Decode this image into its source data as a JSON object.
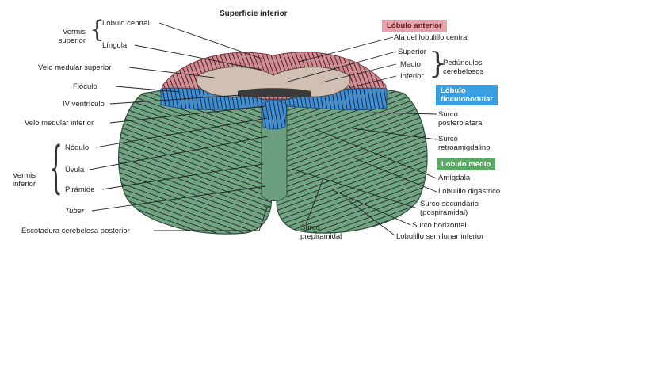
{
  "title": "Superficie inferior",
  "labels": {
    "vermis_superior": "Vermis\nsuperior",
    "lobulo_central": "Lóbulo central",
    "lingula": "Língula",
    "velo_medular_superior": "Velo medular superior",
    "floculo": "Flóculo",
    "iv_ventriculo": "IV ventrículo",
    "velo_medular_inferior": "Velo medular inferior",
    "vermis_inferior": "Vermis\ninferior",
    "nodulo": "Nódulo",
    "uvula": "Úvula",
    "piramide": "Pirámide",
    "tuber": "Tuber",
    "escotadura": "Escotadura cerebelosa posterior",
    "lobulo_anterior": "Lóbulo anterior",
    "ala_lobulillo_central": "Ala del lobulillo central",
    "superior": "Superior",
    "medio": "Medio",
    "inferior": "Inferior",
    "pedunculos": "Pedúnculos\ncerebelosos",
    "lobulo_floculonodular": "Lóbulo\nfloculonodular",
    "surco_posterolateral": "Surco\nposterolateral",
    "surco_retroamigdalino": "Surco\nretroamigdalino",
    "lobulo_medio": "Lóbulo medio",
    "amigdala": "Amígdala",
    "lobulillo_digastrico": "Lobulillo digástrico",
    "surco_secundario": "Surco secundario\n(pospiramidal)",
    "surco_horizontal": "Surco horizontal",
    "lobulillo_semilunar_inferior": "Lobulillo semilunar inferior",
    "surco_prepiramidal": "Surco\nprepiramidal"
  },
  "colors": {
    "anterior_lobe": "#d88a92",
    "floccular_lobe": "#3f8fd6",
    "middle_lobe": "#6fa583",
    "stem_section": "#cfc0b3"
  }
}
